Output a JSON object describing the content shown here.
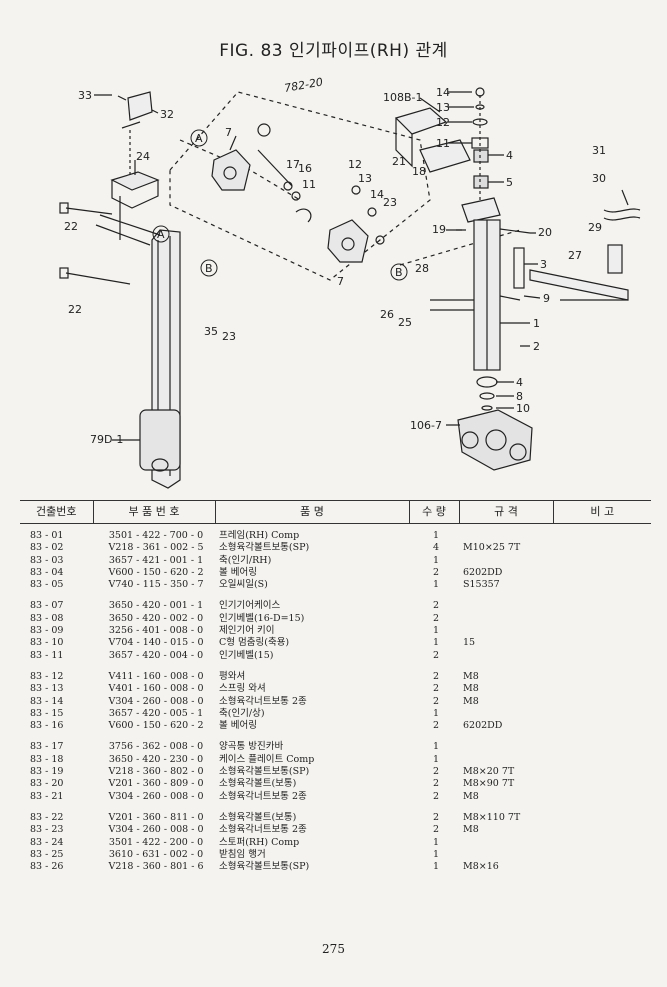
{
  "title": "FIG. 83 인기파이프(RH) 관계",
  "handwritten_note": "782-20",
  "callouts": [
    "33",
    "32",
    "24",
    "22",
    "22",
    "79D-1",
    "7",
    "35",
    "23",
    "A",
    "A",
    "B",
    "B",
    "17",
    "16",
    "11",
    "13",
    "12",
    "14",
    "23",
    "7",
    "108B-1",
    "14",
    "13",
    "12",
    "11",
    "4",
    "5",
    "21",
    "18",
    "19",
    "20",
    "3",
    "28",
    "26",
    "25",
    "9",
    "1",
    "2",
    "4",
    "8",
    "10",
    "106-7",
    "31",
    "30",
    "29",
    "27"
  ],
  "table": {
    "headers": [
      "건출번호",
      "부 품 번 호",
      "품 명",
      "수 량",
      "규 격",
      "비 고"
    ],
    "groups": [
      [
        {
          "no": "83 - 01",
          "part": "3501 - 422 - 700 - 0",
          "name": "프레임(RH) Comp",
          "qty": "1",
          "spec": ""
        },
        {
          "no": "83 - 02",
          "part": "V218 - 361 - 002 - 5",
          "name": "소형육각볼트보통(SP)",
          "qty": "4",
          "spec": "M10×25 7T"
        },
        {
          "no": "83 - 03",
          "part": "3657 - 421 - 001 - 1",
          "name": "축(인기/RH)",
          "qty": "1",
          "spec": ""
        },
        {
          "no": "83 - 04",
          "part": "V600 - 150 - 620 - 2",
          "name": "볼 베어링",
          "qty": "2",
          "spec": "6202DD"
        },
        {
          "no": "83 - 05",
          "part": "V740 - 115 - 350 - 7",
          "name": "오일씨일(S)",
          "qty": "1",
          "spec": "S15357"
        }
      ],
      [
        {
          "no": "83 - 07",
          "part": "3650 - 420 - 001 - 1",
          "name": "인기기어케이스",
          "qty": "2",
          "spec": ""
        },
        {
          "no": "83 - 08",
          "part": "3650 - 420 - 002 - 0",
          "name": "인기베벨(16-D=15)",
          "qty": "2",
          "spec": ""
        },
        {
          "no": "83 - 09",
          "part": "3256 - 401 - 008 - 0",
          "name": "제인기어 키이",
          "qty": "1",
          "spec": ""
        },
        {
          "no": "83 - 10",
          "part": "V704 - 140 - 015 - 0",
          "name": "C형 멈춤링(축용)",
          "qty": "1",
          "spec": "15"
        },
        {
          "no": "83 - 11",
          "part": "3657 - 420 - 004 - 0",
          "name": "인기베벨(15)",
          "qty": "2",
          "spec": ""
        }
      ],
      [
        {
          "no": "83 - 12",
          "part": "V411 - 160 - 008 - 0",
          "name": "평와셔",
          "qty": "2",
          "spec": "M8"
        },
        {
          "no": "83 - 13",
          "part": "V401 - 160 - 008 - 0",
          "name": "스프링 와셔",
          "qty": "2",
          "spec": "M8"
        },
        {
          "no": "83 - 14",
          "part": "V304 - 260 - 008 - 0",
          "name": "소형육각너트보통 2종",
          "qty": "2",
          "spec": "M8"
        },
        {
          "no": "83 - 15",
          "part": "3657 - 420 - 005 - 1",
          "name": "축(인기/상)",
          "qty": "1",
          "spec": ""
        },
        {
          "no": "83 - 16",
          "part": "V600 - 150 - 620 - 2",
          "name": "볼 베어링",
          "qty": "2",
          "spec": "6202DD"
        }
      ],
      [
        {
          "no": "83 - 17",
          "part": "3756 - 362 - 008 - 0",
          "name": "양곡통 방진카바",
          "qty": "1",
          "spec": ""
        },
        {
          "no": "83 - 18",
          "part": "3650 - 420 - 230 - 0",
          "name": "케이스 플레이트 Comp",
          "qty": "1",
          "spec": ""
        },
        {
          "no": "83 - 19",
          "part": "V218 - 360 - 802 - 0",
          "name": "소형육각볼트보통(SP)",
          "qty": "2",
          "spec": "M8×20 7T"
        },
        {
          "no": "83 - 20",
          "part": "V201 - 360 - 809 - 0",
          "name": "소형육각볼트(보통)",
          "qty": "2",
          "spec": "M8×90 7T"
        },
        {
          "no": "83 - 21",
          "part": "V304 - 260 - 008 - 0",
          "name": "소형육각너트보통 2종",
          "qty": "2",
          "spec": "M8"
        }
      ],
      [
        {
          "no": "83 - 22",
          "part": "V201 - 360 - 811 - 0",
          "name": "소형육각볼트(보통)",
          "qty": "2",
          "spec": "M8×110 7T"
        },
        {
          "no": "83 - 23",
          "part": "V304 - 260 - 008 - 0",
          "name": "소형육각너트보통 2종",
          "qty": "2",
          "spec": "M8"
        },
        {
          "no": "83 - 24",
          "part": "3501 - 422 - 200 - 0",
          "name": "스토퍼(RH) Comp",
          "qty": "1",
          "spec": ""
        },
        {
          "no": "83 - 25",
          "part": "3610 - 631 - 002 - 0",
          "name": "받침임 행거",
          "qty": "1",
          "spec": ""
        },
        {
          "no": "83 - 26",
          "part": "V218 - 360 - 801 - 6",
          "name": "소형육각볼트보통(SP)",
          "qty": "1",
          "spec": "M8×16"
        }
      ]
    ]
  },
  "page_number": "275"
}
